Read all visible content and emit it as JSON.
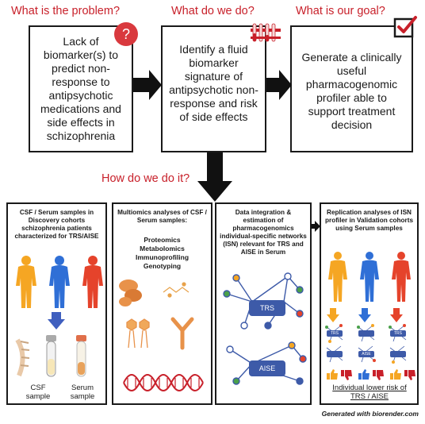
{
  "questions": {
    "problem": "What is the problem?",
    "do": "What do we do?",
    "goal": "What is our goal?",
    "how": "How do we do it?"
  },
  "boxes": {
    "problem_text": "Lack of biomarker(s) to predict non-response to antipsychotic medications and side effects in schizophrenia",
    "do_text": "Identify a fluid biomarker signature of antipsychotic non-response and risk of side effects",
    "goal_text": "Generate a clinically useful pharmacogenomic profiler able to support treatment decision"
  },
  "panels": {
    "p1": {
      "title": "CSF / Serum samples in Discovery cohorts schizophrenia patients characterized for TRS/AISE",
      "csf_label": "CSF\nsample",
      "serum_label": "Serum\nsample"
    },
    "p2": {
      "title": "Multiomics analyses of CSF / Serum samples:",
      "items": "Proteomics\nMetabolomics\nImmunoprofiling\nGenotyping"
    },
    "p3": {
      "title": "Data integration & estimation of pharmacogenomics individual-specific networks (ISN) relevant for TRS and AISE in Serum",
      "net1": "TRS",
      "net2": "AISE"
    },
    "p4": {
      "title": "Replication analyses of ISN profiler in Validation cohorts using Serum samples",
      "mini1": "TRS",
      "mini2": "AISE",
      "mini3": "TRS",
      "risk_label": "Individual lower risk of\nTRS / AISE"
    }
  },
  "footer": "Generated with biorender.com",
  "colors": {
    "accent": "#c8202a",
    "person_yellow": "#f5a623",
    "person_blue": "#2f6fd6",
    "person_red": "#e5432b",
    "network_blue": "#3d5aa8"
  }
}
